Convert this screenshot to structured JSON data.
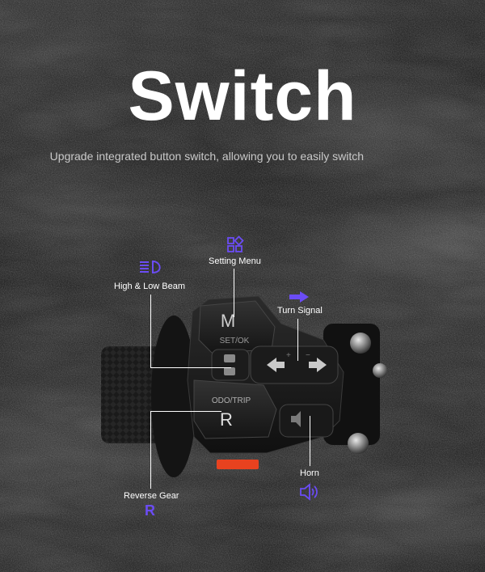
{
  "heading": {
    "title": "Switch",
    "subtitle": "Upgrade integrated button switch, allowing you to easily switch"
  },
  "device": {
    "button_m": "M",
    "button_set_ok": "SET/OK",
    "button_odo_trip": "ODO/TRIP",
    "button_r": "R"
  },
  "callouts": {
    "setting_menu": {
      "label": "Setting Menu",
      "icon": "grid-settings-icon"
    },
    "beam": {
      "label": "High & Low Beam",
      "icon": "headlight-beam-icon"
    },
    "turn_signal": {
      "label": "Turn Signal",
      "icon": "arrow-right-icon"
    },
    "reverse": {
      "label": "Reverse Gear",
      "icon_text": "R"
    },
    "horn": {
      "label": "Horn",
      "icon": "speaker-icon"
    }
  },
  "colors": {
    "accent": "#6b4cf5",
    "title": "#ffffff",
    "subtitle": "#c9c9c9",
    "background": "#1d1d1d"
  }
}
